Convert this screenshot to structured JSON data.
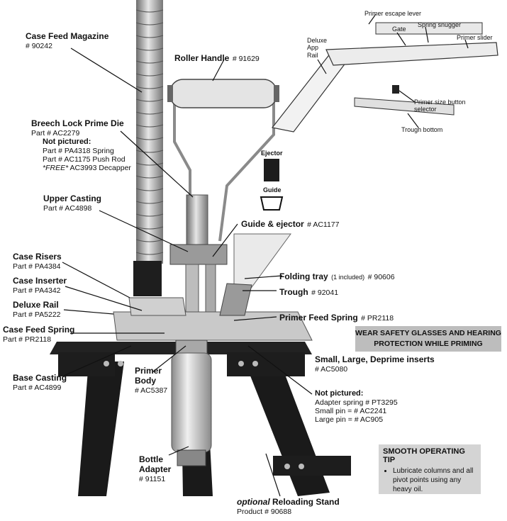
{
  "labels": {
    "case_feed_magazine": {
      "title": "Case Feed Magazine",
      "part": "# 90242"
    },
    "roller_handle": {
      "title": "Roller Handle",
      "part": "# 91629"
    },
    "breech_lock": {
      "title": "Breech Lock Prime Die",
      "part": "Part # AC2279",
      "not_pictured": "Not pictured:",
      "line1": "Part # PA4318 Spring",
      "line2": "Part # AC1175 Push Rod",
      "line3_free": "*FREE*",
      "line3_rest": " AC3993 Decapper"
    },
    "upper_casting": {
      "title": "Upper Casting",
      "part": "Part # AC4898"
    },
    "guide_ejector": {
      "title": "Guide & ejector",
      "part": "# AC1177"
    },
    "ejector": "Ejector",
    "guide": "Guide",
    "case_risers": {
      "title": "Case Risers",
      "part": "Part # PA4384"
    },
    "case_inserter": {
      "title": "Case Inserter",
      "part": "Part # PA4342"
    },
    "deluxe_rail": {
      "title": "Deluxe Rail",
      "part": "Part # PA5222"
    },
    "case_feed_spring": {
      "title": "Case Feed Spring",
      "part": "Part # PR2118"
    },
    "folding_tray": {
      "title": "Folding tray",
      "note": "(1 included)",
      "part": "# 90606"
    },
    "trough": {
      "title": "Trough",
      "part": "# 92041"
    },
    "primer_feed_spring": {
      "title": "Primer Feed Spring",
      "part": "# PR2118"
    },
    "inserts": {
      "title": "Small, Large, Deprime inserts",
      "part": "# AC5080"
    },
    "not_pictured2": {
      "title": "Not pictured:",
      "line1": "Adapter spring # PT3295",
      "line2": "Small pin  = # AC2241",
      "line3": "Large pin = # AC905"
    },
    "base_casting": {
      "title": "Base Casting",
      "part": "Part # AC4899"
    },
    "primer_body": {
      "title1": "Primer",
      "title2": "Body",
      "part": "# AC5387"
    },
    "bottle_adapter": {
      "title1": "Bottle",
      "title2": "Adapter",
      "part": "# 91151"
    },
    "reloading_stand": {
      "optional": "optional",
      "title": " Reloading Stand",
      "part": "Product # 90688"
    },
    "primer_escape_lever": "Primer escape lever",
    "gate": "Gate",
    "spring_snugger": "Spring snugger",
    "primer_slider": "Primer slider",
    "deluxe_app_rail": {
      "l1": "Deluxe",
      "l2": "App",
      "l3": "Rail"
    },
    "primer_size_button": {
      "l1": "Primer size button",
      "l2": "selector"
    },
    "trough_bottom": "Trough bottom"
  },
  "safety_notice": {
    "line1": "WEAR SAFETY GLASSES AND HEARING",
    "line2": "PROTECTION WHILE PRIMING"
  },
  "tip": {
    "title": "SMOOTH OPERATING TIP",
    "items": [
      "Lubricate columns and all pivot points using any heavy oil."
    ]
  },
  "colors": {
    "safety_bg": "#bdbdbd",
    "tip_bg": "#d4d4d4",
    "ink": "#111111",
    "metal": "#9a9a9a",
    "stand": "#1a1a1a"
  }
}
